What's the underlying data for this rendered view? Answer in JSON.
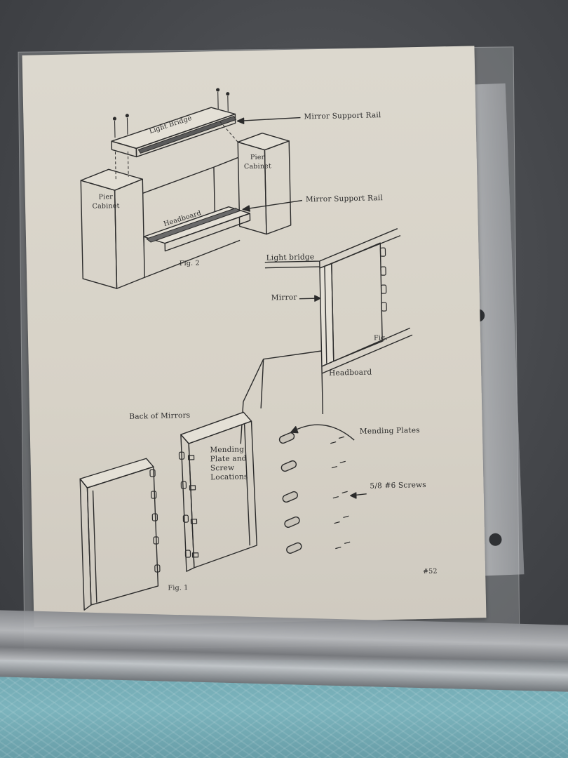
{
  "page": {
    "number": "#52"
  },
  "figures": {
    "fig2": {
      "caption": "Fig. 2",
      "labels": {
        "light_bridge": "Light Bridge",
        "pier_cabinet_left": "Pier Cabinet",
        "pier_cabinet_right": "Pier Cabinet",
        "headboard": "Headboard",
        "mirror_support_rail_top": "Mirror Support Rail",
        "mirror_support_rail_bottom": "Mirror Support Rail"
      }
    },
    "fig_right": {
      "caption": "Fig. ",
      "labels": {
        "light_bridge": "Light bridge",
        "mirror": "Mirror",
        "headboard": "Headboard"
      }
    },
    "fig1": {
      "caption": "Fig. 1",
      "labels": {
        "back_of_mirrors": "Back of Mirrors",
        "mending_plate": "Mending Plate and Screw Locations",
        "mending_plates": "Mending Plates",
        "screws": "5/8 #6  Screws"
      }
    }
  },
  "colors": {
    "paper": "#d9d5cb",
    "ink": "#2b2b2b",
    "background": "#4a4c50",
    "fabric": "#76aeb8"
  }
}
